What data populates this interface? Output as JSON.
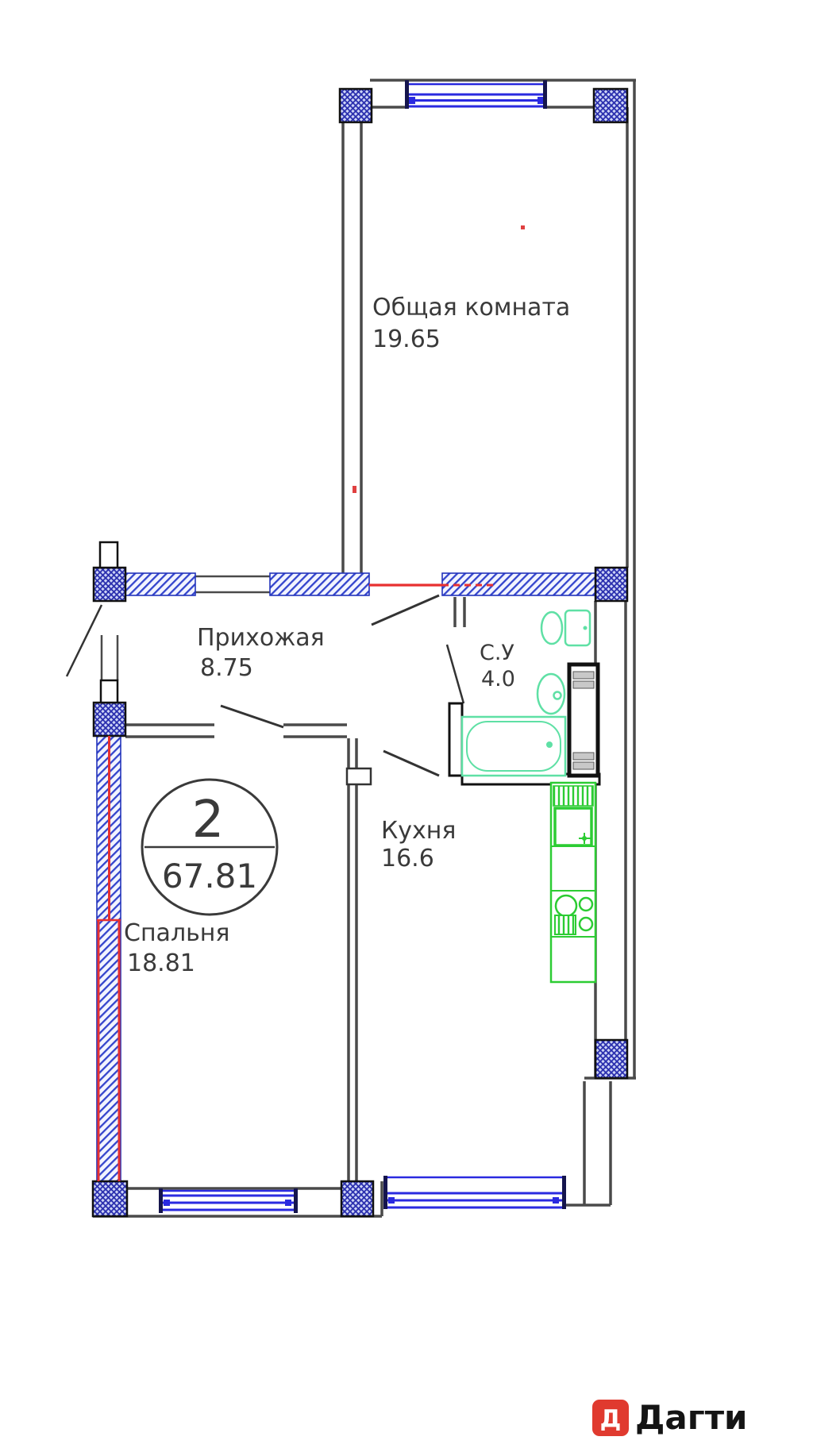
{
  "plan": {
    "badge": {
      "room_count": "2",
      "total_area": "67.81"
    },
    "rooms": [
      {
        "name": "Общая комната",
        "area": "19.65"
      },
      {
        "name": "Прихожая",
        "area": "8.75"
      },
      {
        "name": "С.У",
        "area": "4.0"
      },
      {
        "name": "Кухня",
        "area": "16.6"
      },
      {
        "name": "Спальня",
        "area": "18.81"
      }
    ]
  },
  "logo": {
    "icon_letter": "Д",
    "brand": "Дагти"
  },
  "colors": {
    "wall_line": "#4a4a4a",
    "window_blue": "#2a2ae0",
    "hatch_blue": "#3344cc",
    "column_navy": "#2a2fae",
    "bathroom_fixture_green": "#5fe0a5",
    "kitchen_fixture_green": "#2ccc33",
    "accent_red": "#e83030",
    "logo_red": "#e03a2f"
  }
}
